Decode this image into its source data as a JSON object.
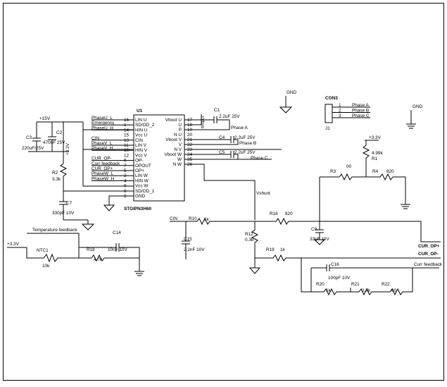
{
  "ic": {
    "ref": "U1",
    "part": "STGIPN3H60",
    "left_pins": [
      {
        "num": "16",
        "name": "LIN U",
        "net": "PhaseU_L"
      },
      {
        "num": "1",
        "name": "SD/OD_2",
        "net": "Emergency"
      },
      {
        "num": "14",
        "name": "HIN U",
        "net": "PhaseU_H"
      },
      {
        "num": "15",
        "name": "Vcc U",
        "net": ""
      },
      {
        "num": "13",
        "name": "CIN",
        "net": "CIN"
      },
      {
        "num": "11",
        "name": "LIN V",
        "net": "PhaseV_L"
      },
      {
        "num": "10",
        "name": "HIN V",
        "net": "PhaseV_H"
      },
      {
        "num": "12",
        "name": "Vcc V",
        "net": ""
      },
      {
        "num": "6",
        "name": "OP-",
        "net": "CUR_OP-"
      },
      {
        "num": "7",
        "name": "OPOUT",
        "net": "Curr feedback"
      },
      {
        "num": "5",
        "name": "OP+",
        "net": "CUR_OP+"
      },
      {
        "num": "3",
        "name": "LIN W",
        "net": "PhaseW_L"
      },
      {
        "num": "4",
        "name": "HIN W",
        "net": "PhaseW_H"
      },
      {
        "num": "9",
        "name": "Vcc W",
        "net": ""
      },
      {
        "num": "8",
        "name": "SD/OD_1",
        "net": ""
      },
      {
        "num": "2",
        "name": "GND",
        "net": ""
      }
    ],
    "right_pins": [
      {
        "num": "17",
        "name": "Vboot U"
      },
      {
        "num": "18",
        "name": "U"
      },
      {
        "num": "19",
        "name": "P"
      },
      {
        "num": "20",
        "name": "N U"
      },
      {
        "num": "21",
        "name": "Vboot V"
      },
      {
        "num": "22",
        "name": "V"
      },
      {
        "num": "23",
        "name": "N V"
      },
      {
        "num": "24",
        "name": "Vboot W"
      },
      {
        "num": "25",
        "name": "W"
      },
      {
        "num": "26",
        "name": "N W"
      }
    ]
  },
  "labels": {
    "plus15v": "+15V",
    "vbus": "+Vbus",
    "gnd1": "GND",
    "gnd2": "GND",
    "plus3v3_a": "+3.3V",
    "plus3v3_b": "+3.3V",
    "vshunt": "Vshunt",
    "cin": "CIN",
    "temp_fb": "Temperature feedback",
    "curr_fb": "Curr feedback",
    "cur_op_plus": "CUR_OP+",
    "cur_op_minus": "CUR_OP-",
    "phase_a": "Phase A",
    "phase_b": "Phase B",
    "phase_c": "Phase C"
  },
  "connector": {
    "ref": "CON3",
    "name": "J1",
    "pins": [
      {
        "num": "1",
        "label": "Phase A"
      },
      {
        "num": "2",
        "label": "Phase B"
      },
      {
        "num": "3",
        "label": "Phase C"
      }
    ]
  },
  "components": {
    "c1": {
      "ref": "C1",
      "value": "2.2uF 25V"
    },
    "c2": {
      "ref": "C2",
      "value": "470nF 25V"
    },
    "c3": {
      "ref": "C3",
      "value": "220uF/25V"
    },
    "c4": {
      "ref": "C4",
      "value": "2.2uF 25V"
    },
    "c5": {
      "ref": "C5",
      "value": "2.2uF 25V"
    },
    "c7": {
      "ref": "C7",
      "value": "330pF 10V"
    },
    "c9": {
      "ref": "C9",
      "value": "33pF 10V"
    },
    "c14": {
      "ref": "C14",
      "value": "10nF 10V"
    },
    "c15": {
      "ref": "C15",
      "value": "2.2nF 10V"
    },
    "c16": {
      "ref": "C16",
      "value": "100pF 10V"
    },
    "r1": {
      "ref": "R1",
      "value": "4.99k"
    },
    "r2": {
      "ref": "R2",
      "value": "3.3k"
    },
    "r3": {
      "ref": "R3",
      "value": "00"
    },
    "r4": {
      "ref": "R4",
      "value": "820"
    },
    "r10": {
      "ref": "R10",
      "value": "1k"
    },
    "r12": {
      "ref": "R12",
      "value": "0.3E"
    },
    "r16": {
      "ref": "R16",
      "value": "820"
    },
    "r18": {
      "ref": "R18",
      "value": "4.7k"
    },
    "r19": {
      "ref": "R19",
      "value": "1k"
    },
    "r20": {
      "ref": "R20",
      "value": "1k"
    },
    "r21": {
      "ref": "R21",
      "value": "2.7k"
    },
    "r22": {
      "ref": "R22",
      "value": "00"
    },
    "ntc1": {
      "ref": "NTC1",
      "value": "10k"
    }
  }
}
